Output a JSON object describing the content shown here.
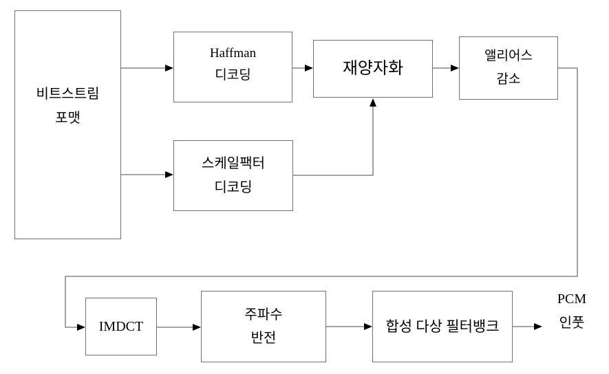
{
  "diagram": {
    "description": "MP3 decoder block diagram (Korean)",
    "colors": {
      "background": "#ffffff",
      "box_border": "#6f6f6f",
      "connector": "#6f6f6f",
      "arrowhead": "#000000",
      "text": "#000000"
    },
    "nodes": {
      "bitstream": {
        "line1": "비트스트림",
        "line2": "포맷"
      },
      "huffman": {
        "line1": "Haffman",
        "line2": "디코딩"
      },
      "scalefactor": {
        "line1": "스케일팩터",
        "line2": "디코딩"
      },
      "requant": {
        "line1": "재양자화"
      },
      "alias": {
        "line1": "앨리어스",
        "line2": "감소"
      },
      "imdct": {
        "line1": "IMDCT"
      },
      "freq": {
        "line1": "주파수",
        "line2": "반전"
      },
      "synth": {
        "line1": "합성 다상 필터뱅크"
      },
      "pcm": {
        "line1": "PCM",
        "line2": "인풋"
      }
    }
  }
}
